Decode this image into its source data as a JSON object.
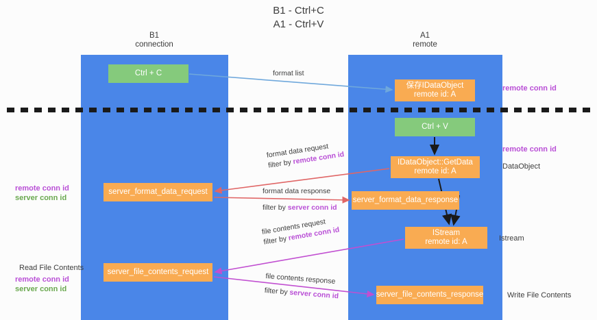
{
  "title": {
    "line1": "B1 - Ctrl+C",
    "line2": "A1 - Ctrl+V"
  },
  "lanes": {
    "b1": {
      "name": "B1",
      "role": "connection"
    },
    "a1": {
      "name": "A1",
      "role": "remote"
    }
  },
  "boxes": {
    "ctrl_c": {
      "label": "Ctrl + C",
      "color": "#85ca7c"
    },
    "idataobject": {
      "line1": "保存IDataObject",
      "line2": "remote id: A",
      "color": "#f9ab52"
    },
    "ctrl_v": {
      "label": "Ctrl + V",
      "color": "#85ca7c"
    },
    "getdata": {
      "line1": "IDataObject::GetData",
      "line2": "remote id: A",
      "color": "#f9ab52"
    },
    "format_data_request": {
      "label": "server_format_data_request",
      "color": "#f9ab52"
    },
    "format_data_response": {
      "label": "server_format_data_response",
      "color": "#f9ab52"
    },
    "istream": {
      "line1": "IStream",
      "line2": "remote id: A",
      "color": "#f9ab52"
    },
    "file_contents_request": {
      "label": "server_file_contents_request",
      "color": "#f9ab52"
    },
    "file_contents_response": {
      "label": "server_file_contents_response",
      "color": "#f9ab52"
    }
  },
  "edge_labels": {
    "format_list": {
      "line1": "format list"
    },
    "format_data_request": {
      "line1": "format data request",
      "prefix": "filter by ",
      "token": "remote conn id"
    },
    "format_data_response": {
      "line1": "format data response",
      "prefix": "filter by ",
      "token": "server conn id"
    },
    "file_contents_request": {
      "line1": "file contents request",
      "prefix": "filter by ",
      "token": "remote conn id"
    },
    "file_contents_response": {
      "line1": "file contents response",
      "prefix": "filter by ",
      "token": "server conn id"
    }
  },
  "annotations": {
    "right_remote_conn_id_top": "remote conn id",
    "right_remote_conn_id_mid": "remote conn id",
    "right_dataobject": "DataObject",
    "right_istream": "Istream",
    "right_write_file_contents": "Write File Contents",
    "left_remote_conn_id": "remote conn id",
    "left_server_conn_id": "server conn id",
    "left_read_file_contents": "Read File Contents",
    "left_remote_conn_id_2": "remote conn id",
    "left_server_conn_id_2": "server conn id"
  },
  "colors": {
    "lane_blue": "#4a86e8",
    "box_green": "#85ca7c",
    "box_orange": "#f9ab52",
    "conn_purple": "#b94fd6",
    "conn_green": "#6aa84f",
    "arrow_light_blue": "#6fa8dc",
    "arrow_red": "#e06666",
    "arrow_magenta": "#c14fd1",
    "arrow_black": "#1a1a1a",
    "separator": "#1a1a1a"
  }
}
